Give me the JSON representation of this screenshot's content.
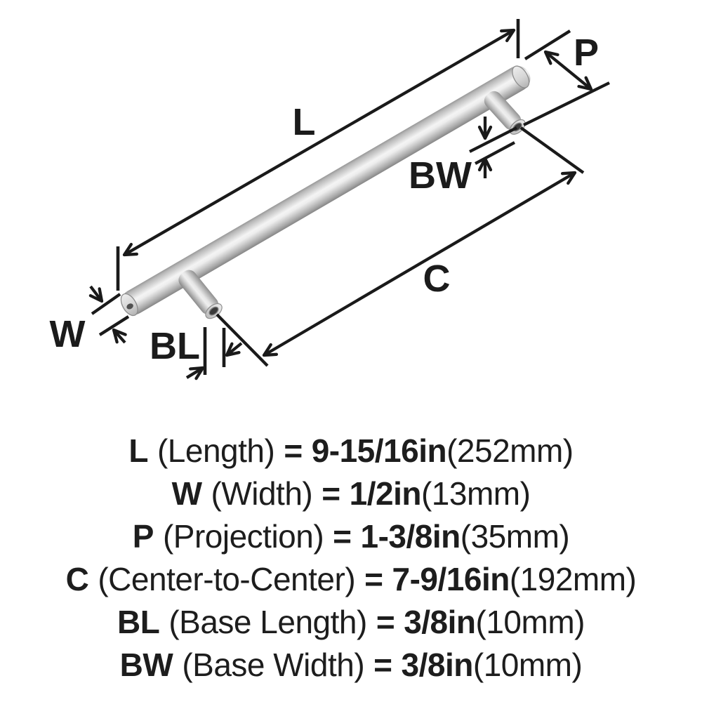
{
  "diagram": {
    "title": "bar-pull-handle-dimension-diagram",
    "labels": {
      "l": "L",
      "w": "W",
      "p": "P",
      "c": "C",
      "bl": "BL",
      "bw": "BW"
    },
    "colors": {
      "dimension_line": "#1a1a1a",
      "label_text": "#1b1b1b",
      "metal_highlight": "#f4f4f4",
      "metal_mid": "#cfcfcf",
      "metal_shadow": "#878787",
      "screw_hole": "#3a3a3a",
      "background": "#ffffff"
    }
  },
  "specs": [
    {
      "label": "L",
      "name": "(Length)",
      "eq": "=",
      "value": "9-15/16in",
      "metric": "(252mm)"
    },
    {
      "label": "W",
      "name": "(Width)",
      "eq": "=",
      "value": "1/2in",
      "metric": "(13mm)"
    },
    {
      "label": "P",
      "name": "(Projection)",
      "eq": "=",
      "value": "1-3/8in",
      "metric": "(35mm)"
    },
    {
      "label": "C",
      "name": "(Center-to-Center)",
      "eq": "=",
      "value": "7-9/16in",
      "metric": "(192mm)"
    },
    {
      "label": "BL",
      "name": "(Base Length)",
      "eq": "=",
      "value": "3/8in",
      "metric": "(10mm)"
    },
    {
      "label": "BW",
      "name": "(Base Width)",
      "eq": "=",
      "value": "3/8in",
      "metric": "(10mm)"
    }
  ]
}
